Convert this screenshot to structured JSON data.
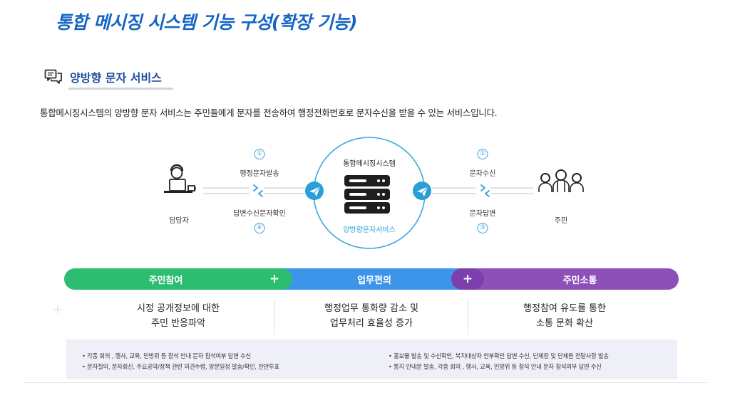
{
  "title": "통합 메시징 시스템  기능 구성(확장 기능)",
  "section": {
    "icon": "chat-bubble-icon",
    "title": "양방향 문자 서비스"
  },
  "description": "통합메시징시스템의 양방향 문자 서비스는 주민들에게 문자를 전송하여 행정전화번호로 문자수신을 받을 수 있는 서비스입니다.",
  "diagram": {
    "left_actor": "담당자",
    "right_actor": "주민",
    "system_title": "통합메시징시스템",
    "system_subtitle": "양방향문자서비스",
    "steps": [
      {
        "number": "①",
        "label": "행정문자발송"
      },
      {
        "number": "④",
        "label": "답변수신문자확인"
      },
      {
        "number": "②",
        "label": "문자수신"
      },
      {
        "number": "③",
        "label": "문자답변"
      }
    ]
  },
  "pillars": [
    {
      "header": "주민참여",
      "line1": "시정 공개정보에 대한",
      "line2": "주민 반응파악"
    },
    {
      "header": "업무편의",
      "line1": "행정업무 통화량 감소 및",
      "line2": "업무처리 효율성 증가"
    },
    {
      "header": "주민소통",
      "line1": "행정참여 유도를 통한",
      "line2": "소통 문화 확산"
    }
  ],
  "plus_symbol": "+",
  "bullets_left": [
    "• 각종 회의 ,  행사, 교육,  민방위 등 참석 안내 문자  참석여부 답변 수신",
    "• 문자질의, 문자회신, 주요공약/정책 관련 의견수렴, 방문일정 발송/확인, 찬반투표"
  ],
  "bullets_right": [
    "• 홍보물 발송 및 수신확인, 복지대상자 안부확인 답변 수신, 단체장 및 단체원 전달사항 발송",
    "• 통지 안내문 발송, 각종 회의 ,  행사, 교육,  민방위 등 참석 안내 문자  참석여부 답변 수신"
  ],
  "colors": {
    "title": "#1565c4",
    "participation": "#2dbd71",
    "convenience": "#3d95ea",
    "communication": "#8d4fb8",
    "accent": "#2a9fd6"
  }
}
